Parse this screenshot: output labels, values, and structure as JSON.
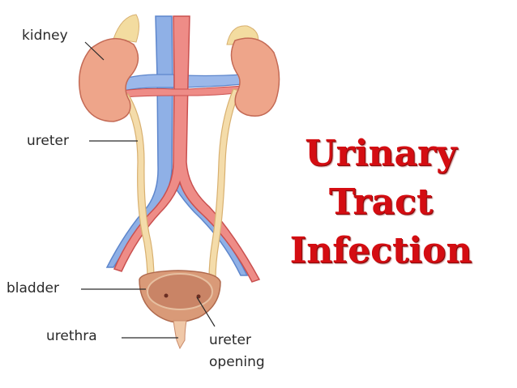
{
  "title": {
    "lines": [
      "Urinary",
      "Tract",
      "Infection"
    ],
    "color": "#d40d12"
  },
  "labels": {
    "kidney": "kidney",
    "ureter": "ureter",
    "bladder": "bladder",
    "urethra": "urethra",
    "ureter_opening_line1": "ureter",
    "ureter_opening_line2": "opening"
  },
  "colors": {
    "kidney": "#eea58a",
    "kidney_outline": "#c46a55",
    "adrenal": "#f3dca0",
    "vein": "#8fb0e6",
    "vein_dark": "#5d86cc",
    "artery": "#ee8c87",
    "artery_dark": "#c9504f",
    "ureter": "#f4dcaa",
    "ureter_outline": "#d8b070",
    "bladder": "#d99a78",
    "bladder_inner": "#c98466"
  }
}
